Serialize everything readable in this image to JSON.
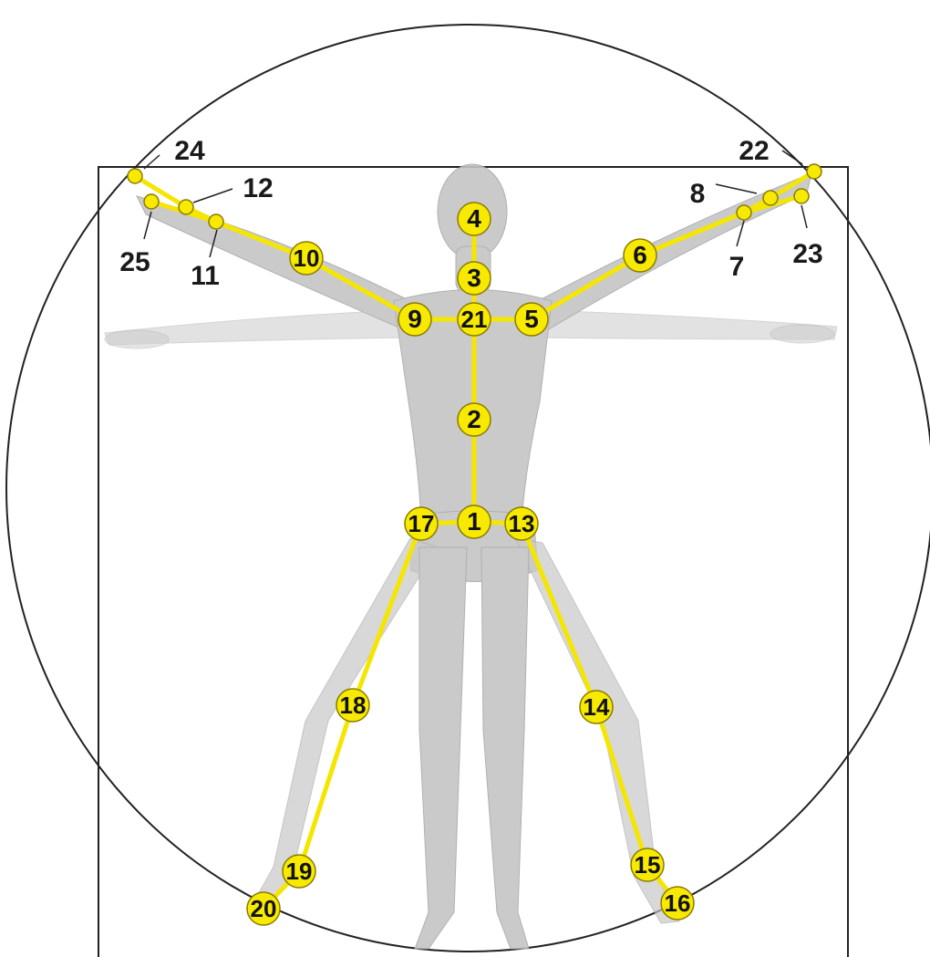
{
  "colors": {
    "joint_fill": "#f7ea00",
    "joint_stroke": "#8a7a00",
    "bone": "#f5e600",
    "outline": "#222222",
    "body": "#bdbdbd"
  },
  "joints": [
    {
      "id": "1",
      "label": "1"
    },
    {
      "id": "2",
      "label": "2"
    },
    {
      "id": "3",
      "label": "3"
    },
    {
      "id": "4",
      "label": "4"
    },
    {
      "id": "5",
      "label": "5"
    },
    {
      "id": "6",
      "label": "6"
    },
    {
      "id": "7",
      "label": "7"
    },
    {
      "id": "8",
      "label": "8"
    },
    {
      "id": "9",
      "label": "9"
    },
    {
      "id": "10",
      "label": "10"
    },
    {
      "id": "11",
      "label": "11"
    },
    {
      "id": "12",
      "label": "12"
    },
    {
      "id": "13",
      "label": "13"
    },
    {
      "id": "14",
      "label": "14"
    },
    {
      "id": "15",
      "label": "15"
    },
    {
      "id": "16",
      "label": "16"
    },
    {
      "id": "17",
      "label": "17"
    },
    {
      "id": "18",
      "label": "18"
    },
    {
      "id": "19",
      "label": "19"
    },
    {
      "id": "20",
      "label": "20"
    },
    {
      "id": "21",
      "label": "21"
    },
    {
      "id": "22",
      "label": "22"
    },
    {
      "id": "23",
      "label": "23"
    },
    {
      "id": "24",
      "label": "24"
    },
    {
      "id": "25",
      "label": "25"
    }
  ],
  "bones": [
    [
      "1",
      "2"
    ],
    [
      "2",
      "21"
    ],
    [
      "21",
      "3"
    ],
    [
      "3",
      "4"
    ],
    [
      "21",
      "5"
    ],
    [
      "5",
      "6"
    ],
    [
      "6",
      "7"
    ],
    [
      "7",
      "8"
    ],
    [
      "8",
      "22"
    ],
    [
      "7",
      "23"
    ],
    [
      "21",
      "9"
    ],
    [
      "9",
      "10"
    ],
    [
      "10",
      "11"
    ],
    [
      "11",
      "12"
    ],
    [
      "12",
      "24"
    ],
    [
      "11",
      "25"
    ],
    [
      "1",
      "13"
    ],
    [
      "13",
      "14"
    ],
    [
      "14",
      "15"
    ],
    [
      "15",
      "16"
    ],
    [
      "1",
      "17"
    ],
    [
      "17",
      "18"
    ],
    [
      "18",
      "19"
    ],
    [
      "19",
      "20"
    ]
  ]
}
